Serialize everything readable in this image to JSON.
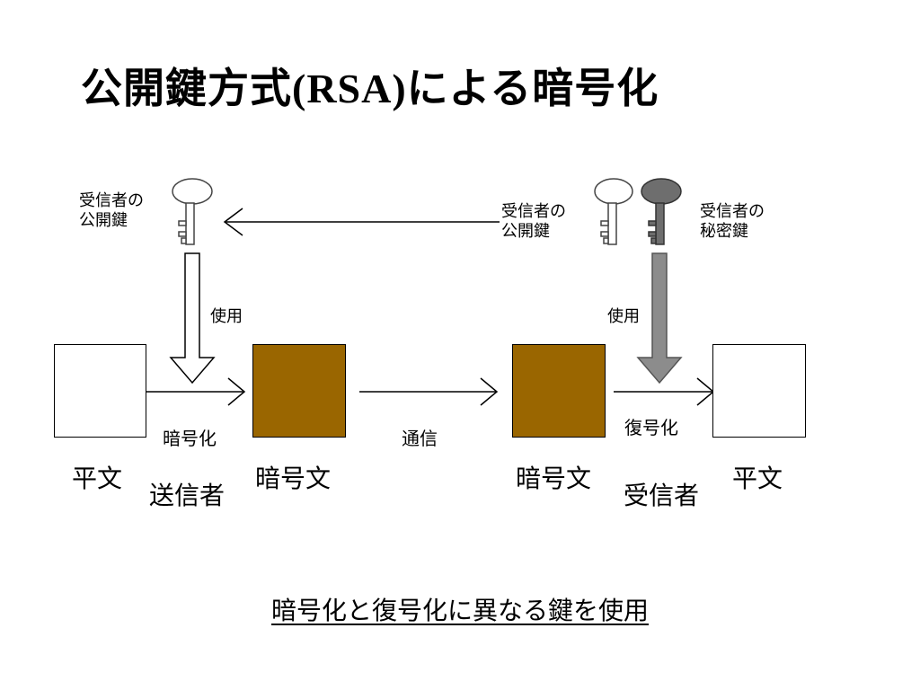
{
  "title": {
    "main": "公開鍵方式",
    "rsa": "(RSA)",
    "rest": "による暗号化"
  },
  "labels": {
    "left_key": "受信者の\n公開鍵",
    "middle_key": "受信者の\n公開鍵",
    "right_key": "受信者の\n秘密鍵",
    "use_left": "使用",
    "use_right": "使用",
    "encrypt": "暗号化",
    "communication": "通信",
    "decrypt": "復号化",
    "plaintext_left": "平文",
    "ciphertext_left": "暗号文",
    "ciphertext_right": "暗号文",
    "plaintext_right": "平文",
    "sender": "送信者",
    "receiver": "受信者"
  },
  "caption": "暗号化と復号化に異なる鍵を使用",
  "colors": {
    "ciphertext_fill": "#9a6600",
    "public_key": "#ffffff",
    "private_key": "#6e6e6e",
    "decrypt_arrow": "#8c8c8c"
  }
}
